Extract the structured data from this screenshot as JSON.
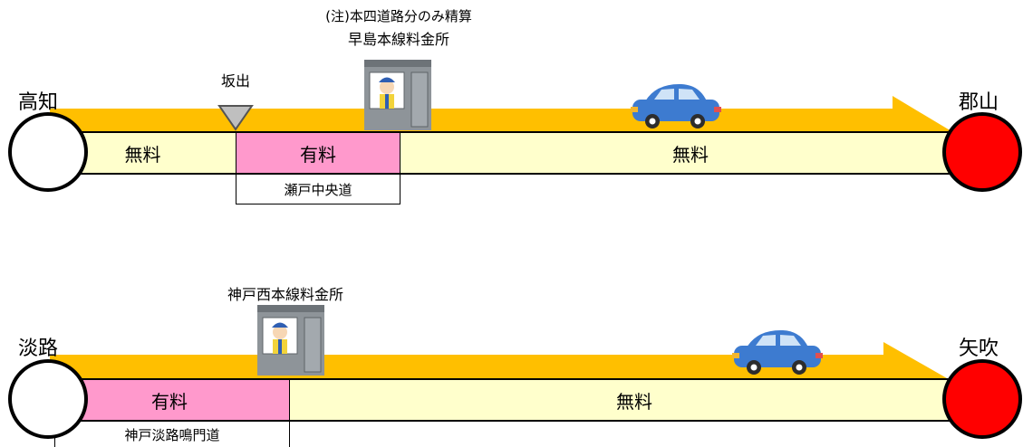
{
  "route1": {
    "start": "高知",
    "end": "郡山",
    "interchange": "坂出",
    "booth_note": "(注)本四道路分のみ精算",
    "booth_name": "早島本線料金所",
    "seg_free_1": "無料",
    "seg_paid": "有料",
    "seg_free_2": "無料",
    "paid_road": "瀬戸中央道"
  },
  "route2": {
    "start": "淡路",
    "end": "矢吹",
    "booth_name": "神戸西本線料金所",
    "seg_paid": "有料",
    "seg_free": "無料",
    "paid_road": "神戸淡路鳴門道"
  },
  "colors": {
    "arrow": "#ffbf00",
    "free": "#ffffcc",
    "paid": "#ff99cc",
    "end_circle": "#ff0000",
    "start_circle": "#ffffff",
    "car": "#3d7bd0",
    "booth": "#8e9499"
  }
}
